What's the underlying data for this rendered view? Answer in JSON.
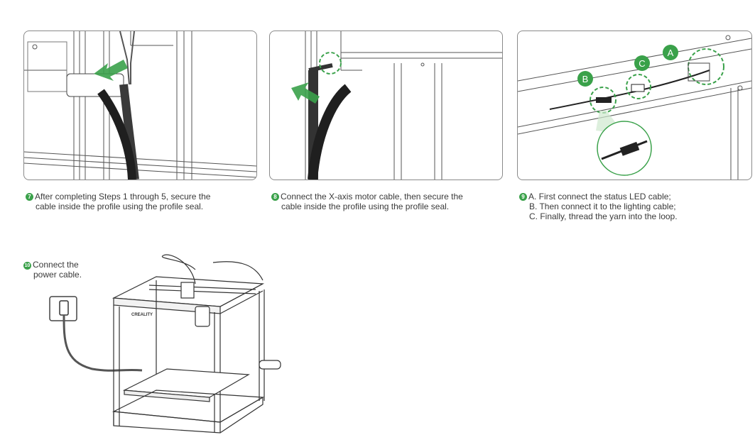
{
  "steps": [
    {
      "number": "7",
      "lines": [
        "After completing Steps 1 through 5, secure the",
        "cable inside the profile using the profile seal."
      ]
    },
    {
      "number": "8",
      "lines": [
        "Connect the X-axis motor cable, then secure the",
        "cable inside the profile using the profile seal."
      ]
    },
    {
      "number": "9",
      "lines": [
        "A. First connect the status LED cable;",
        "B. Then connect it to the lighting cable;",
        "C. Finally, thread the yarn into the loop."
      ]
    },
    {
      "number": "10",
      "lines": [
        "Connect the",
        "power cable."
      ]
    }
  ],
  "callouts": {
    "a": "A",
    "b": "B",
    "c": "C"
  },
  "printer_brand": "CREALITY",
  "colors": {
    "accent": "#3aa14a",
    "line": "#4a4a4a",
    "cable": "#2b2b2b"
  }
}
